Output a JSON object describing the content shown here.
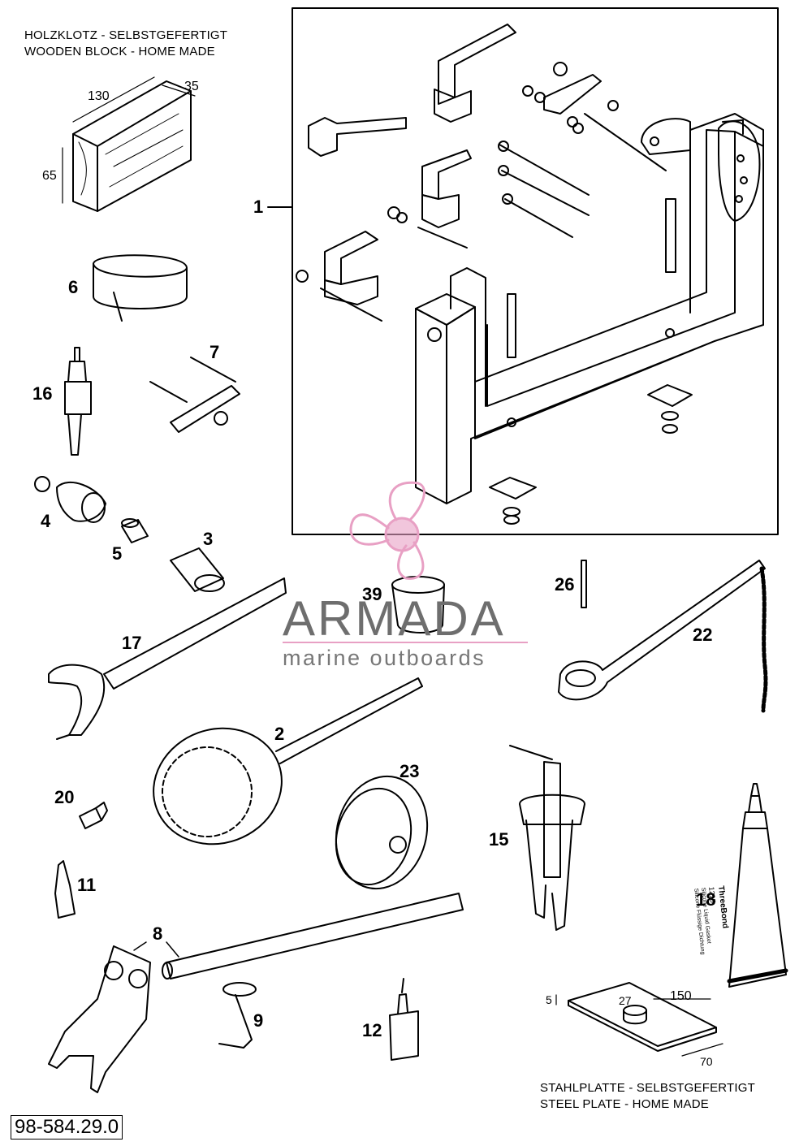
{
  "notes": {
    "wooden_block_de": "HOLZKLOTZ - SELBSTGEFERTIGT",
    "wooden_block_en": "WOODEN BLOCK - HOME MADE",
    "steel_plate_de": "STAHLPLATTE - SELBSTGEFERTIGT",
    "steel_plate_en": "STEEL PLATE - HOME MADE"
  },
  "dimensions": {
    "block_length": "130",
    "block_width": "35",
    "block_height": "65",
    "plate_thickness": "5",
    "plate_hole": "27",
    "plate_length": "150",
    "plate_width": "70"
  },
  "callouts": {
    "c1": "1",
    "c2": "2",
    "c3": "3",
    "c4": "4",
    "c5": "5",
    "c6": "6",
    "c7": "7",
    "c8": "8",
    "c9": "9",
    "c11": "11",
    "c12": "12",
    "c15": "15",
    "c16": "16",
    "c17": "17",
    "c18": "18",
    "c20": "20",
    "c22": "22",
    "c23": "23",
    "c26": "26",
    "c39": "39"
  },
  "tube_label": {
    "brand": "ThreeBond",
    "number": "1215",
    "line1": "Silicone Liquid Gasket",
    "line2": "Silicone Flüssige Dichtung"
  },
  "watermark": {
    "brand": "ARMADA",
    "tagline": "marine outboards",
    "logo_color": "#e8a0c4",
    "text_color": "#6e6e6e"
  },
  "part_number": "98-584.29.0"
}
